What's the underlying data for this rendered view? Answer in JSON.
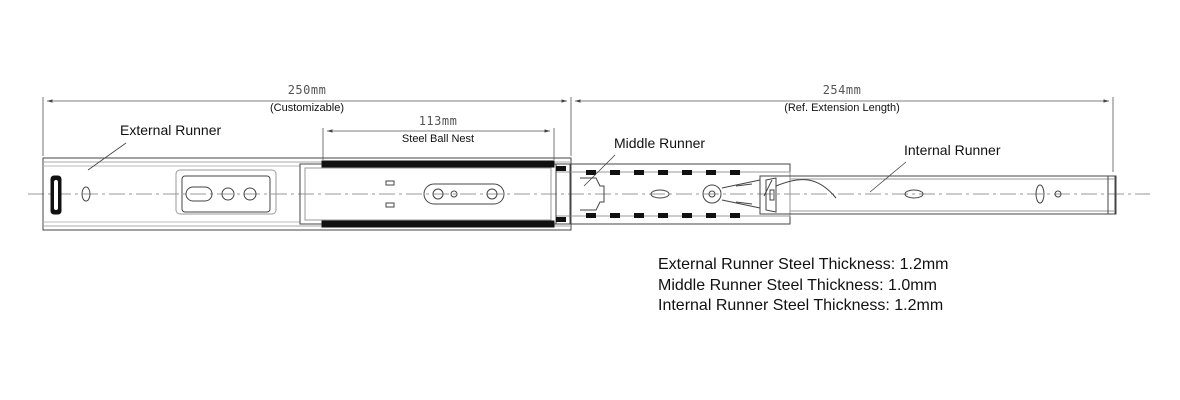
{
  "dimensions": {
    "overall": {
      "value": "250mm",
      "note": "(Customizable)"
    },
    "ball_nest": {
      "value": "113mm",
      "note": "Steel Ball Nest"
    },
    "extension": {
      "value": "254mm",
      "note": "(Ref. Extension Length)"
    }
  },
  "labels": {
    "external": "External Runner",
    "middle": "Middle Runner",
    "internal": "Internal Runner"
  },
  "specs": [
    "External Runner Steel Thickness: 1.2mm",
    "Middle Runner Steel Thickness: 1.0mm",
    "Internal Runner Steel Thickness: 1.2mm"
  ],
  "colors": {
    "line": "#444444",
    "dark": "#111111",
    "light": "#888888"
  }
}
